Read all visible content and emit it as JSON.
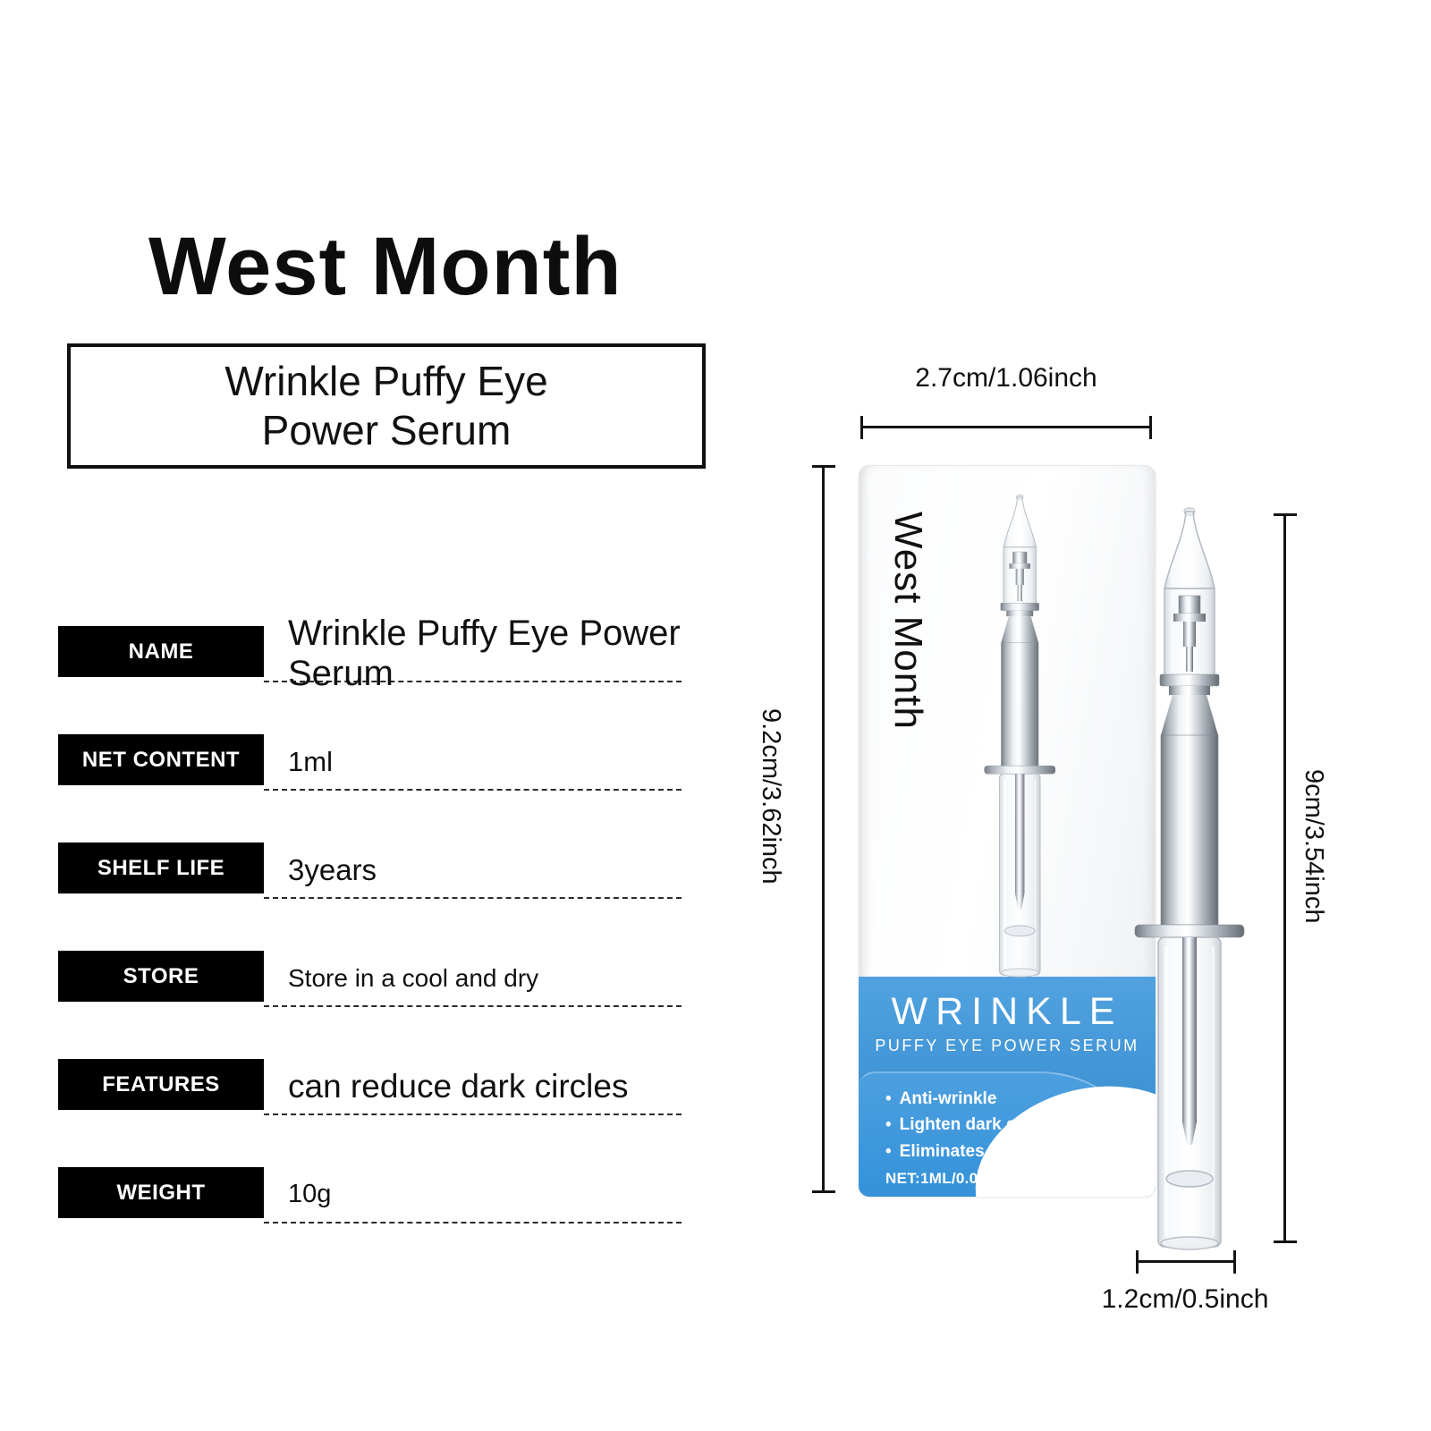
{
  "brand": "West Month",
  "title": {
    "line1": "Wrinkle Puffy Eye",
    "line2": "Power Serum"
  },
  "specs": [
    {
      "label": "NAME",
      "value": "Wrinkle Puffy Eye Power Serum"
    },
    {
      "label": "NET CONTENT",
      "value": "1ml"
    },
    {
      "label": "SHELF LIFE",
      "value": "3years"
    },
    {
      "label": "STORE",
      "value": "Store in a cool and dry"
    },
    {
      "label": "FEATURES",
      "value": "can reduce dark circles"
    },
    {
      "label": "WEIGHT",
      "value": "10g"
    }
  ],
  "package": {
    "brand_vertical": "West Month",
    "title": "WRINKLE",
    "subtitle": "PUFFY EYE POWER SERUM",
    "bullets": [
      "Anti-wrinkle",
      "Lighten dark circles",
      "Eliminates eye bags"
    ],
    "net_content": "NET:1ML/0.03FL.OZ",
    "accent_color": "#3492da"
  },
  "dimensions": {
    "box_width": "2.7cm/1.06inch",
    "box_height": "9.2cm/3.62inch",
    "pen_height": "9cm/3.54inch",
    "pen_width": "1.2cm/0.5inch"
  }
}
